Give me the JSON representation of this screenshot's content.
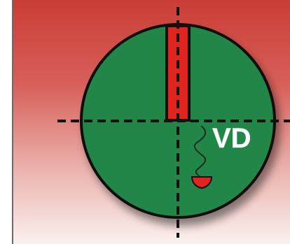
{
  "diagram": {
    "label": "VD",
    "colors": {
      "background_top": "#c93d35",
      "background_bottom": "#fbf1ef",
      "disc_fill": "#23864a",
      "disc_stroke": "#111111",
      "marker_fill": "#e0251f",
      "vessel_stroke": "#14301d",
      "label_color": "#ffffff"
    },
    "elements": [
      "fundus-disc",
      "vertical-red-bar",
      "dashed-crosshair-horizontal",
      "dashed-crosshair-vertical",
      "wavy-vessel",
      "red-cup-mark",
      "vd-label"
    ]
  }
}
